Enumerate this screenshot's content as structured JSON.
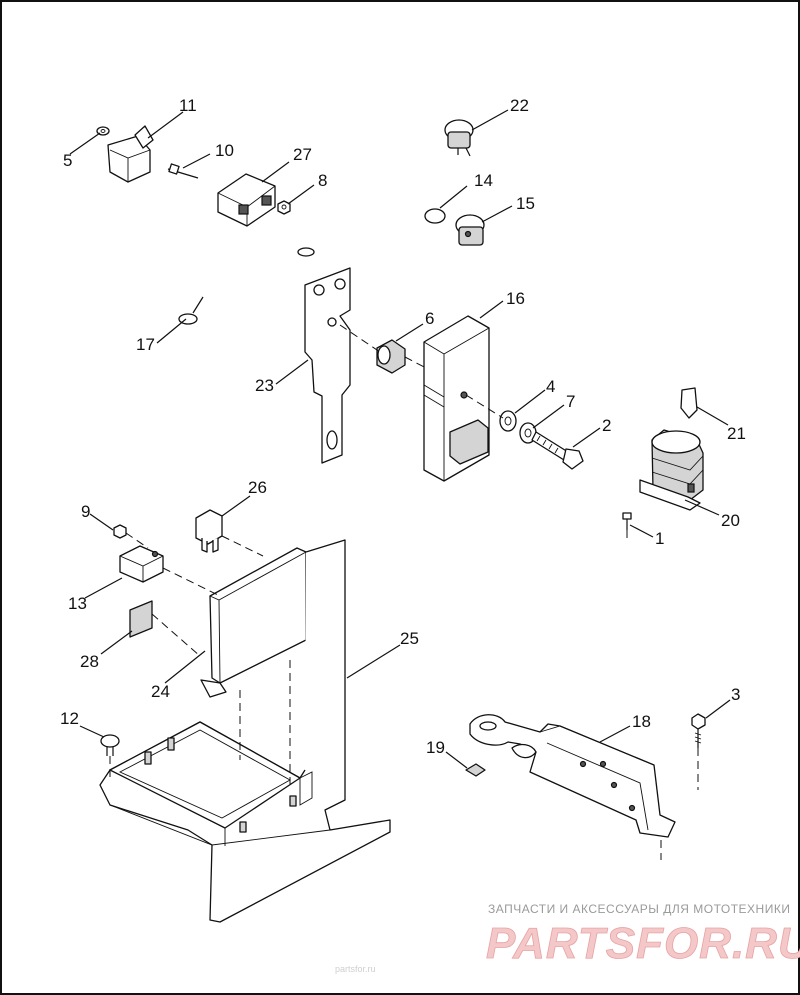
{
  "diagram": {
    "part_numbers": [
      "1",
      "2",
      "3",
      "4",
      "5",
      "6",
      "7",
      "8",
      "9",
      "10",
      "11",
      "12",
      "13",
      "14",
      "15",
      "16",
      "17",
      "18",
      "19",
      "20",
      "21",
      "22",
      "23",
      "24",
      "25",
      "26",
      "27",
      "28"
    ]
  },
  "watermark": {
    "top_line": "ЗАПЧАСТИ И АКСЕССУАРЫ ДЛЯ МОТОТЕХНИКИ",
    "brand": "PARTSFOR.RU",
    "footer": "partsfor.ru"
  }
}
